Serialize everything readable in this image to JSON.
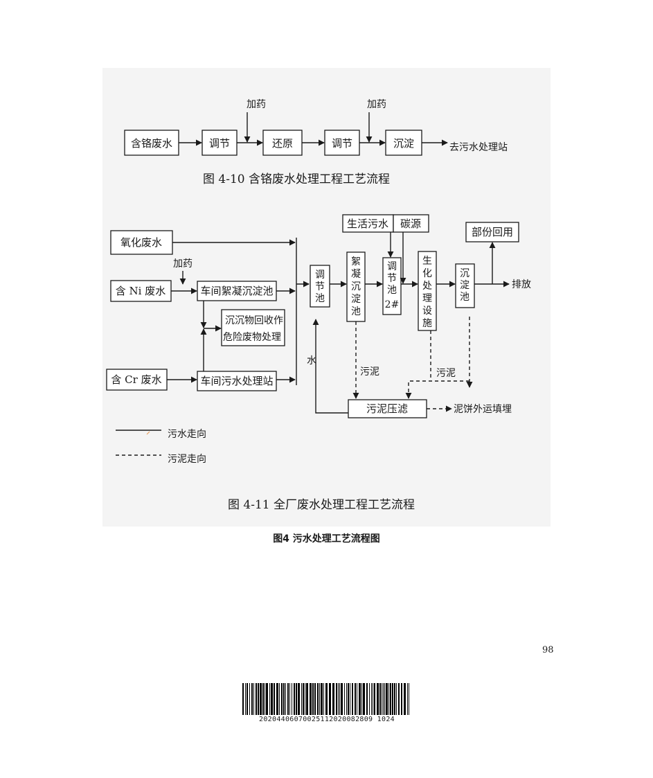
{
  "fig1": {
    "caption": "图 4-10   含铬废水处理工程工艺流程",
    "boxes": {
      "chrome_wastewater": "含铬废水",
      "adjust1": "调节",
      "reduction": "还原",
      "adjust2": "调节",
      "sedimentation": "沉淀"
    },
    "dosing1": "加药",
    "dosing2": "加药",
    "destination": "去污水处理站"
  },
  "fig2": {
    "caption": "图 4-11   全厂废水处理工程工艺流程",
    "boxes": {
      "cyanide": "氧化废水",
      "nickel": "含 Ni 废水",
      "chromium": "含 Cr 废水",
      "workshop_floc": "车间絮凝沉淀池",
      "workshop_treat": "车间污水处理站",
      "recovery_line1": "沉沉物回收作",
      "recovery_line2": "危险废物处理",
      "domestic": "生活污水",
      "reuse": "部份回用",
      "filter_press": "污泥压滤"
    },
    "vertical_boxes": {
      "adjust_pool": [
        "调",
        "节",
        "池"
      ],
      "floc_pool": [
        "絮",
        "凝",
        "沉",
        "淀",
        "池"
      ],
      "adjust_pool2": [
        "调",
        "节",
        "池",
        "2#"
      ],
      "bio": [
        "生",
        "化",
        "处",
        "理",
        "设",
        "施"
      ],
      "settle": [
        "沉",
        "淀",
        "池"
      ]
    },
    "labels": {
      "dosing": "加药",
      "carbon": "碳源",
      "discharge": "排放",
      "water": "水",
      "sludge1": "污泥",
      "sludge2": "污泥",
      "cake": "泥饼外运填埋"
    },
    "legend": {
      "sewage": "污水走向",
      "sludge": "污泥走向"
    }
  },
  "page": {
    "caption": "图4   污水处理工艺流程图",
    "number": "98",
    "barcode_number": "20204406070025112020082809 1024"
  }
}
